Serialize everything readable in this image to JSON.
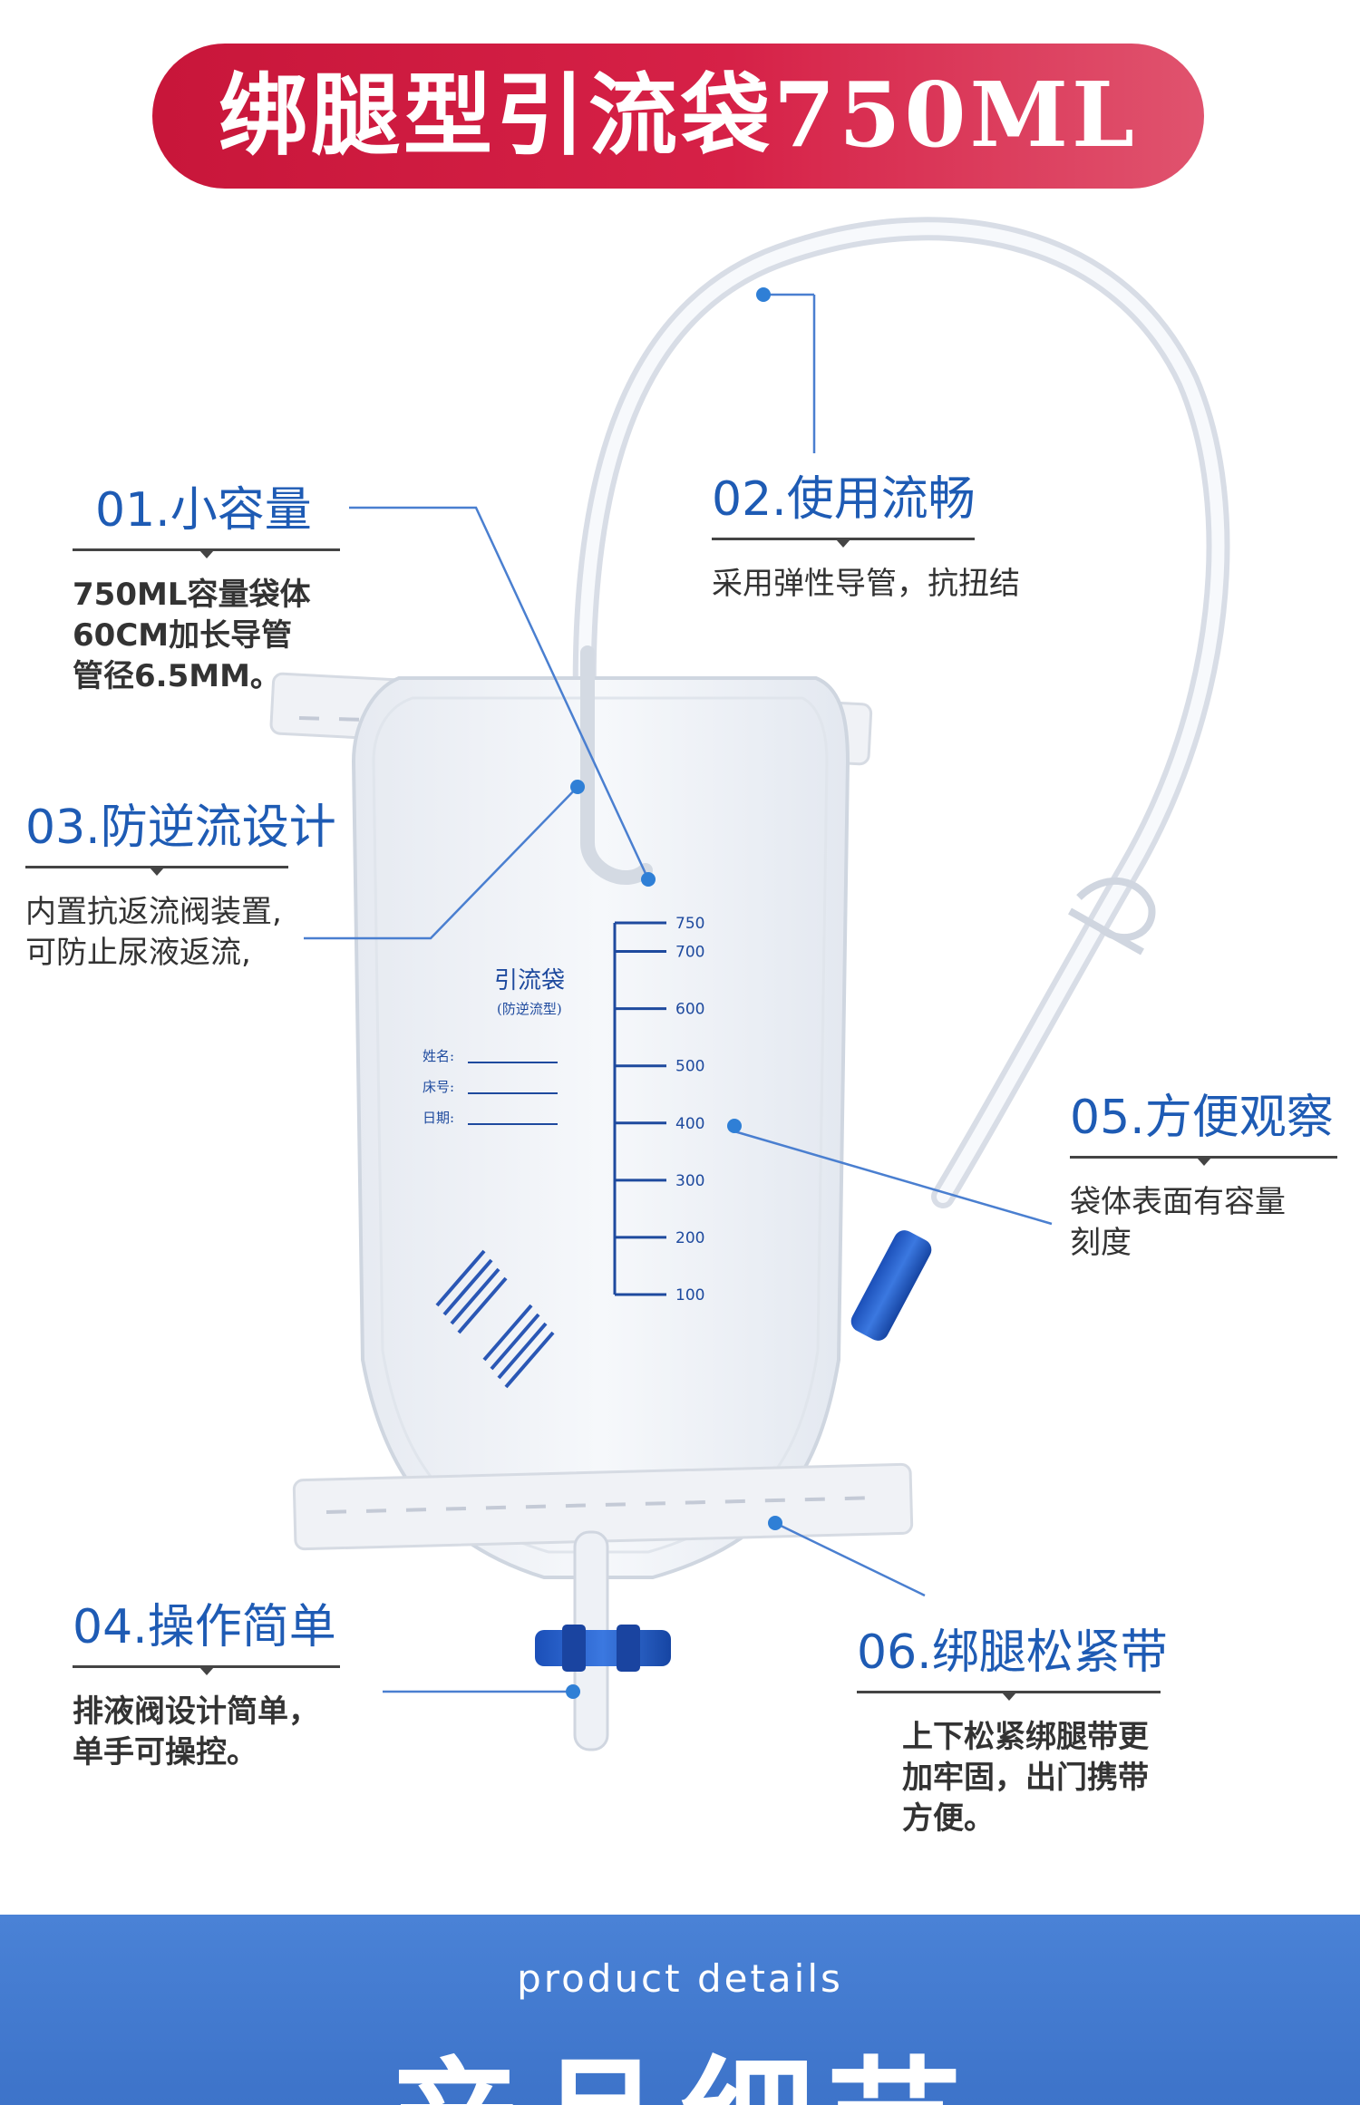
{
  "header": {
    "title": "绑腿型引流袋750ML"
  },
  "features": [
    {
      "title": "01.小容量",
      "desc": "750ML容量袋体\n60CM加长导管\n管径6.5MM。"
    },
    {
      "title": "02.使用流畅",
      "desc": "采用弹性导管，抗扭结"
    },
    {
      "title": "03.防逆流设计",
      "desc": "内置抗返流阀装置,\n可防止尿液返流,"
    },
    {
      "title": "04.操作简单",
      "desc": "排液阀设计简单，\n单手可操控。"
    },
    {
      "title": "05.方便观察",
      "desc": "袋体表面有容量\n刻度"
    },
    {
      "title": "06.绑腿松紧带",
      "desc": "上下松紧绑腿带更\n加牢固，出门携带\n方便。"
    }
  ],
  "bag": {
    "label": "引流袋",
    "sublabel": "(防逆流型)",
    "fields": [
      "姓名:",
      "床号:",
      "日期:"
    ],
    "scale": [
      "750",
      "700",
      "600",
      "500",
      "400",
      "300",
      "200",
      "100"
    ]
  },
  "footer": {
    "subtitle": "product details",
    "title": "产品细节"
  },
  "colors": {
    "banner": "#d0193f",
    "accent": "#1e5bb4",
    "footer": "#4479cf",
    "callout_dot": "#2f7fd6"
  }
}
